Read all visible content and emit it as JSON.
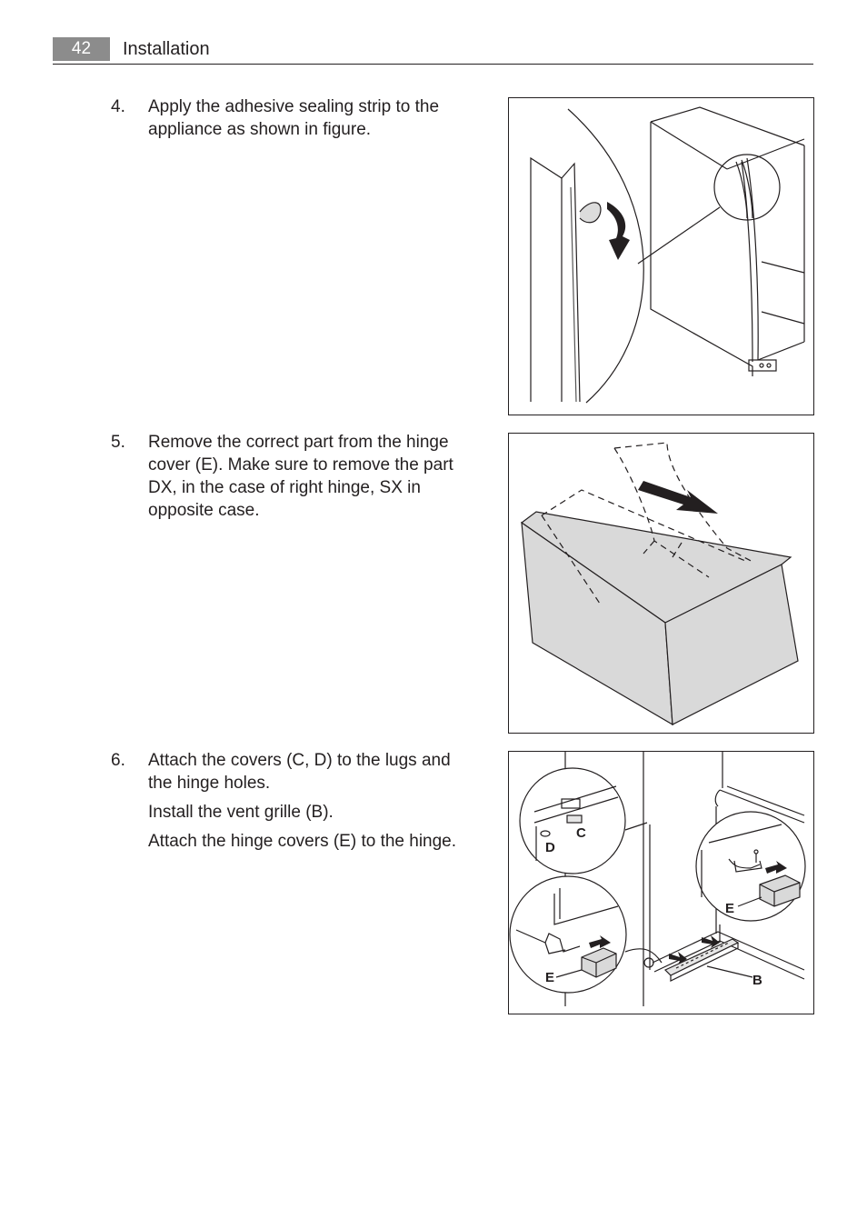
{
  "header": {
    "page_number": "42",
    "section_title": "Installation"
  },
  "steps": [
    {
      "number": "4.",
      "paragraphs": [
        "Apply the adhesive sealing strip to the appliance as shown in figure."
      ]
    },
    {
      "number": "5.",
      "paragraphs": [
        "Remove the correct part from the hinge cover (E). Make sure to remove the part DX, in the case of right hinge, SX in opposite case."
      ]
    },
    {
      "number": "6.",
      "paragraphs": [
        "Attach the covers (C, D) to the lugs and the hinge holes.",
        "Install the vent grille (B).",
        "Attach the hinge covers (E) to the hinge."
      ]
    }
  ],
  "figure3_labels": {
    "c": "C",
    "d": "D",
    "e_right": "E",
    "e_left": "E",
    "b": "B"
  },
  "colors": {
    "page_number_bg": "#8c8c8c",
    "text": "#231f20",
    "part_fill": "#d9d9d9",
    "strip_gray": "#777777"
  }
}
